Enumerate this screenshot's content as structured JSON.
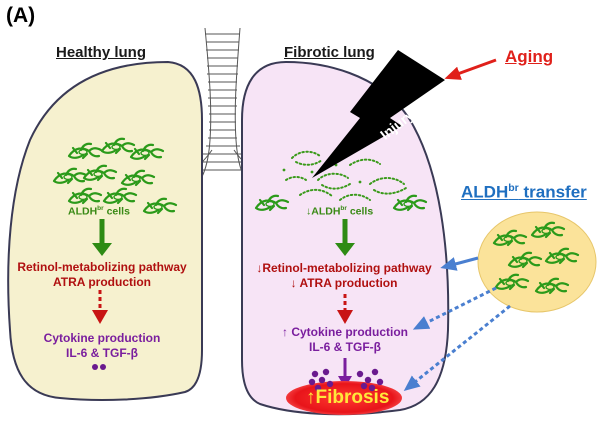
{
  "panel_label": "(A)",
  "healthy": {
    "title": "Healthy lung",
    "cells_label": "ALDH",
    "cells_sup": "br",
    "cells_suffix": " cells",
    "pathway_line1": "Retinol-metabolizing pathway",
    "pathway_line2": "ATRA production",
    "cytokine_line1": "Cytokine production",
    "cytokine_line2": "IL-6 & TGF-β"
  },
  "fibrotic": {
    "title": "Fibrotic lung",
    "cells_prefix": "↓ALDH",
    "cells_sup": "br",
    "cells_suffix": " cells",
    "pathway_line1": "↓Retinol-metabolizing pathway",
    "pathway_line2": "↓ ATRA production",
    "cytokine_line1": "↑ Cytokine production",
    "cytokine_line2": "IL-6 & TGF-β",
    "outcome": "↑Fibrosis"
  },
  "injury_label": "Injury",
  "aging_label": "Aging",
  "transfer": {
    "label_prefix": "ALDH",
    "label_sup": "br",
    "label_suffix": " transfer"
  },
  "colors": {
    "healthy_fill": "#f6f1cf",
    "fibrotic_fill": "#f7e4f6",
    "cell_green": "#2b9a1a",
    "arrow_green": "#2e8b14",
    "pathway_red": "#b01010",
    "cytokine_purple": "#7a1e9e",
    "aging_red": "#e0201a",
    "transfer_blue": "#1f6fc0",
    "transfer_fill": "#fbe39a",
    "fibrosis_red": "#e8141a"
  },
  "icons": [
    "lightning-bolt-icon",
    "trachea-icon",
    "fibroblast-cell-icon",
    "cytokine-dots-icon"
  ]
}
